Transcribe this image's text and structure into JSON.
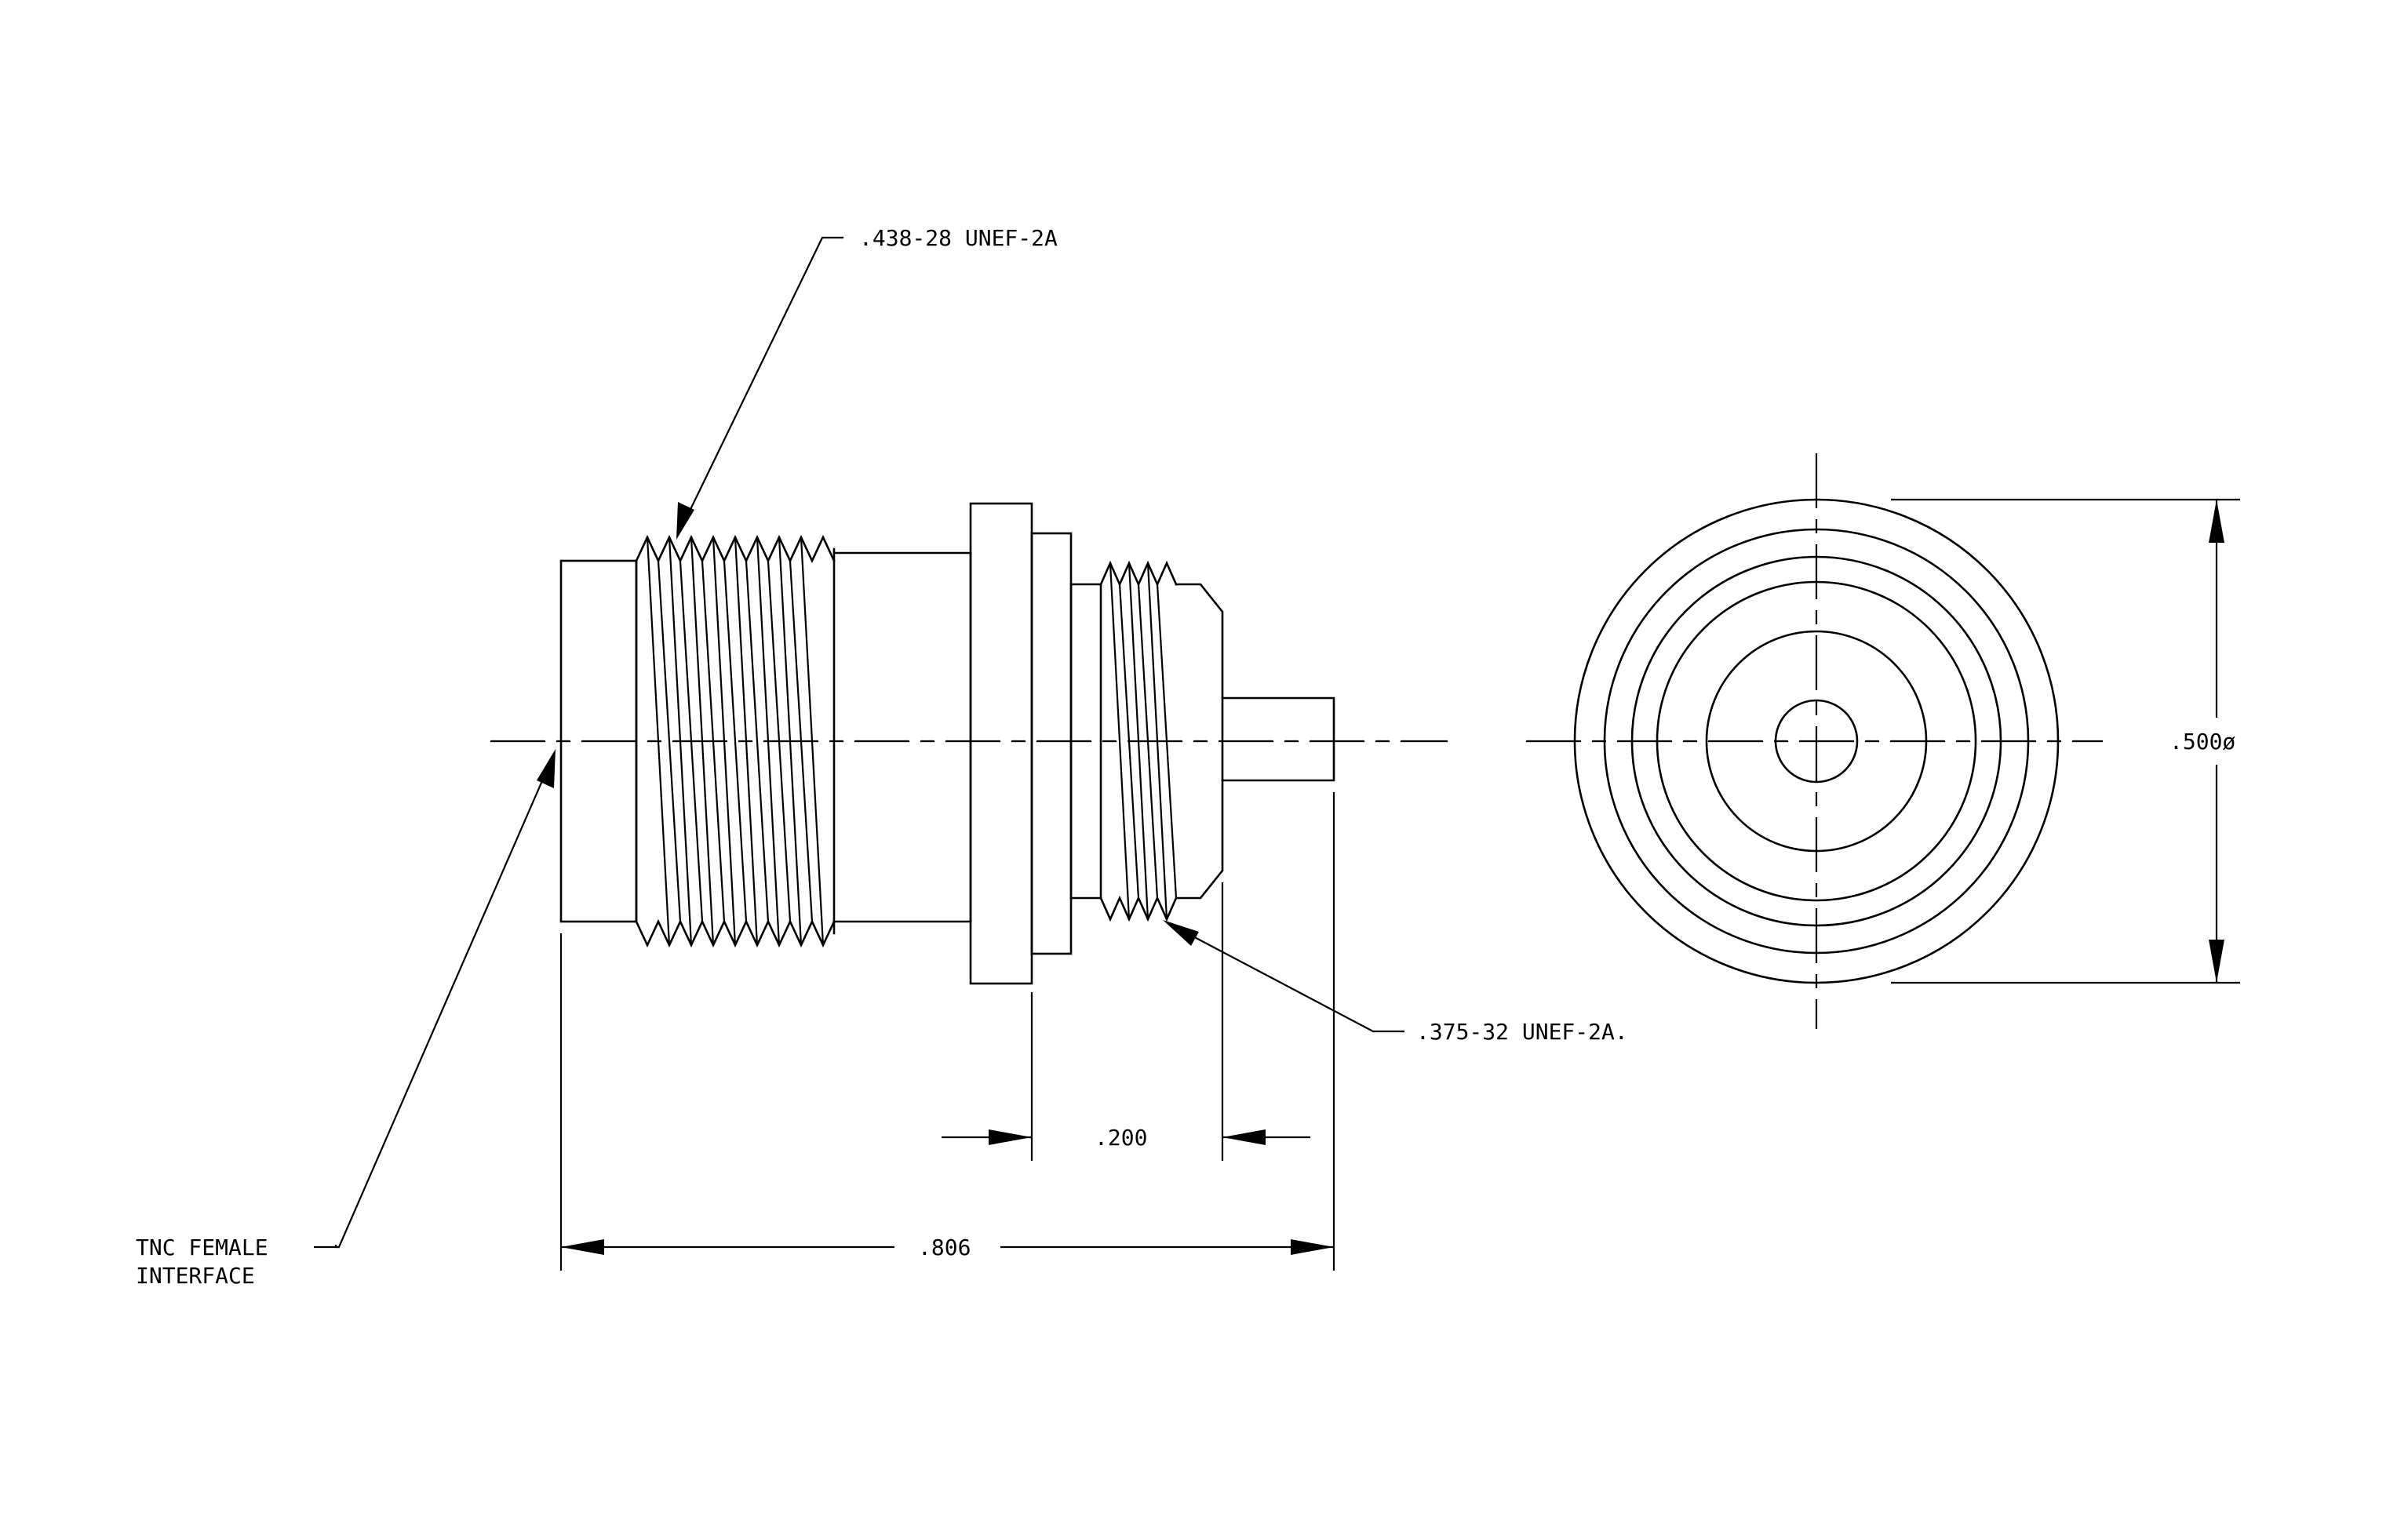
{
  "colors": {
    "background": "#ffffff",
    "line": "#000000"
  },
  "labels": {
    "thread_major": ".438-28 UNEF-2A",
    "thread_minor": ".375-32 UNEF-2A.",
    "interface_line1": "TNC FEMALE",
    "interface_line2": "INTERFACE",
    "dim_200": ".200",
    "dim_806": ".806",
    "dim_500": ".500ø"
  }
}
